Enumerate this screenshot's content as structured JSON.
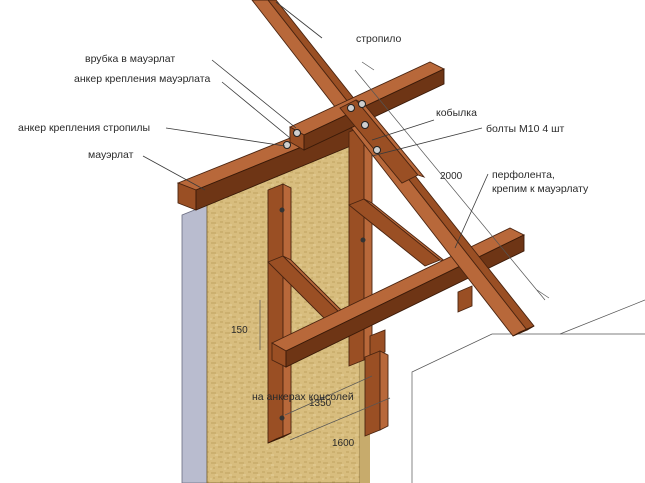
{
  "labels": {
    "rafter": "стропило",
    "notch_mauerlat": "врубка в мауэрлат",
    "anchor_mauerlat": "анкер крепления мауэрлата",
    "anchor_rafter": "анкер крепления стропилы",
    "mauerlat": "мауэрлат",
    "kobylka": "кобылка",
    "bolts": "болты М10 4 шт",
    "perforated_tape_1": "перфолента,",
    "perforated_tape_2": "крепим к мауэрлату",
    "console_anchor": "на анкерах консолей"
  },
  "dimensions": {
    "d2000": "2000",
    "d150": "150",
    "d1350": "1350",
    "d1600": "1600"
  },
  "colors": {
    "wood": "#9a4f24",
    "wall": "#d9c083",
    "wall_face": "#b9bccf"
  }
}
